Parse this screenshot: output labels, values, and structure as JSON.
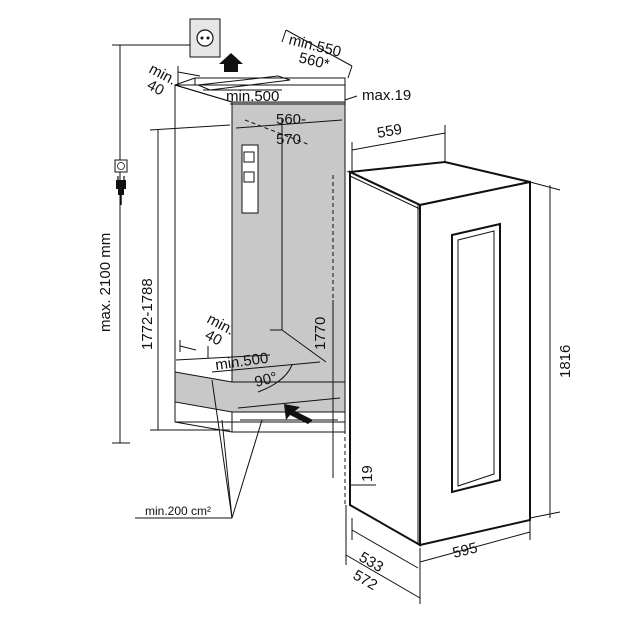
{
  "labels": {
    "min550": "min.550",
    "d560star": "560*",
    "min40_top": "min.",
    "min40_top_val": "40",
    "min500_top": "min.500",
    "max19": "max.19",
    "d560_570a": "560-",
    "d570": "570",
    "d559": "559",
    "max2100": "max. 2100 mm",
    "d1772_1788": "1772-1788",
    "d1770": "1770",
    "d1816": "1816",
    "min40_bot": "min.",
    "min40_bot_val": "40",
    "min500_bot": "min.500",
    "d90": "90°",
    "d19": "19",
    "min200": "min.200 cm²",
    "d533": "533",
    "d572": "572",
    "d595": "595"
  },
  "icons": [
    "wall-socket-icon",
    "power-outlet-icon",
    "plug-icon",
    "airflow-arrow-icon"
  ],
  "colors": {
    "line": "#111111",
    "niche_fill": "#c8c8c8",
    "appliance_side": "#b4b4b4"
  }
}
